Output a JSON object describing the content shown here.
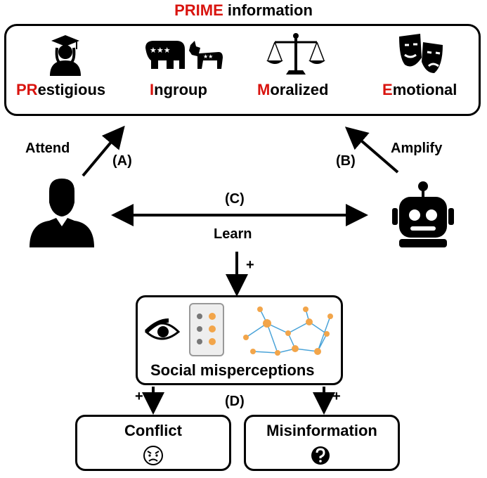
{
  "title": {
    "highlight": "PRIME",
    "rest": " information"
  },
  "categories": [
    {
      "initial": "PR",
      "rest": "estigious",
      "icon": "graduate-icon"
    },
    {
      "initial": "I",
      "rest": "ngroup",
      "icon": "party-symbols-icon"
    },
    {
      "initial": "M",
      "rest": "oralized",
      "icon": "scales-icon"
    },
    {
      "initial": "E",
      "rest": "motional",
      "icon": "theater-masks-icon"
    }
  ],
  "labels": {
    "attend": "Attend",
    "amplify": "Amplify",
    "a": "(A)",
    "b": "(B)",
    "c": "(C)",
    "d": "(D)",
    "learn": "Learn",
    "plus_learn": "+",
    "plus_left": "+",
    "plus_right": "+",
    "misperceptions": "Social misperceptions",
    "conflict": "Conflict",
    "misinformation": "Misinformation"
  },
  "colors": {
    "accent": "#d9140f",
    "network_line": "#4aa3d8",
    "emoji": "#f2a54a"
  },
  "icons": [
    "person-icon",
    "robot-icon",
    "eye-icon",
    "phone-feed-icon",
    "network-icon",
    "angry-face-icon",
    "question-icon"
  ]
}
